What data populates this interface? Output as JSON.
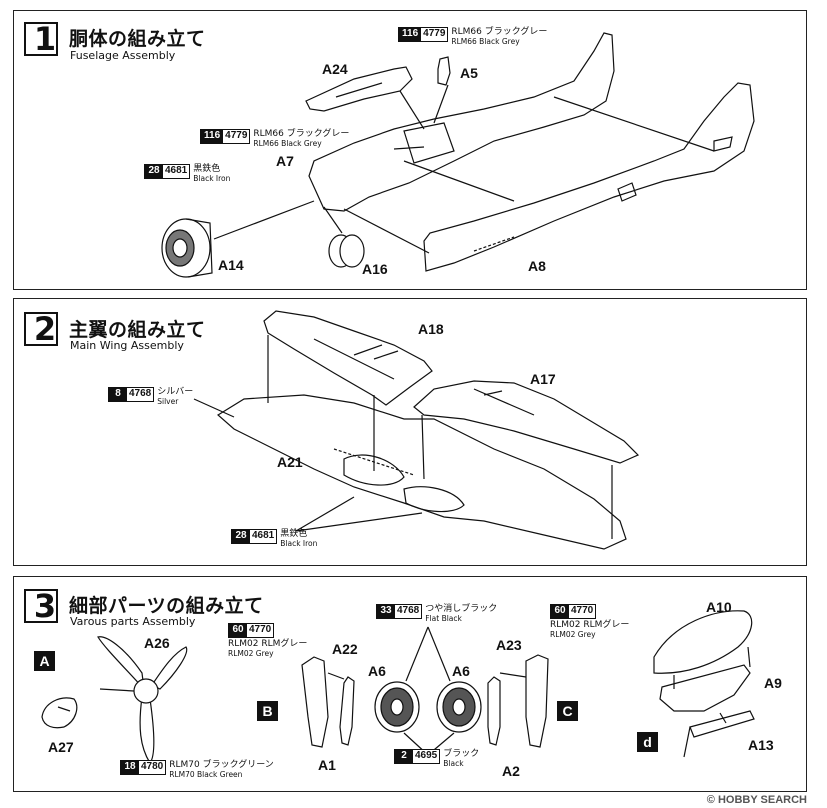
{
  "steps": [
    {
      "number": "1",
      "title_jp": "胴体の組み立て",
      "title_en": "Fuselage Assembly"
    },
    {
      "number": "2",
      "title_jp": "主翼の組み立て",
      "title_en": "Main Wing Assembly"
    },
    {
      "number": "3",
      "title_jp": "細部パーツの組み立て",
      "title_en": "Varous parts Assembly"
    }
  ],
  "parts": {
    "a24": "A24",
    "a5": "A5",
    "a7": "A7",
    "a14": "A14",
    "a16": "A16",
    "a8": "A8",
    "a18": "A18",
    "a17": "A17",
    "a21": "A21",
    "a26": "A26",
    "a27": "A27",
    "a22": "A22",
    "a6_left": "A6",
    "a6_right": "A6",
    "a23": "A23",
    "a1": "A1",
    "a2": "A2",
    "a10": "A10",
    "a9": "A9",
    "a13": "A13"
  },
  "sub_labels": {
    "a": "A",
    "b": "B",
    "c": "C",
    "d": "d"
  },
  "color_codes": {
    "s1_top": {
      "num": "116",
      "code": "4779",
      "jp": "RLM66 ブラックグレー",
      "en": "RLM66 Black Grey"
    },
    "s1_mid": {
      "num": "116",
      "code": "4779",
      "jp": "RLM66 ブラックグレー",
      "en": "RLM66 Black Grey"
    },
    "s1_iron": {
      "num": "28",
      "code": "4681",
      "jp": "黒鉄色",
      "en": "Black Iron"
    },
    "s2_silver": {
      "num": "8",
      "code": "4768",
      "jp": "シルバー",
      "en": "Silver"
    },
    "s2_iron": {
      "num": "28",
      "code": "4681",
      "jp": "黒鉄色",
      "en": "Black Iron"
    },
    "s3_flat_black": {
      "num": "33",
      "code": "4768",
      "jp": "つや消しブラック",
      "en": "Flat Black"
    },
    "s3_rlm02_left": {
      "num": "60",
      "code": "4770",
      "jp": "RLM02 RLMグレー",
      "en": "RLM02 Grey"
    },
    "s3_rlm02_right": {
      "num": "60",
      "code": "4770",
      "jp": "RLM02 RLMグレー",
      "en": "RLM02 Grey"
    },
    "s3_black": {
      "num": "2",
      "code": "4695",
      "jp": "ブラック",
      "en": "Black"
    },
    "s3_green": {
      "num": "18",
      "code": "4780",
      "jp": "RLM70 ブラックグリーン",
      "en": "RLM70 Black Green"
    }
  },
  "watermark": "© HOBBY SEARCH",
  "colors": {
    "ink": "#111111",
    "code_bg": "#111111",
    "tire": "#555555"
  }
}
